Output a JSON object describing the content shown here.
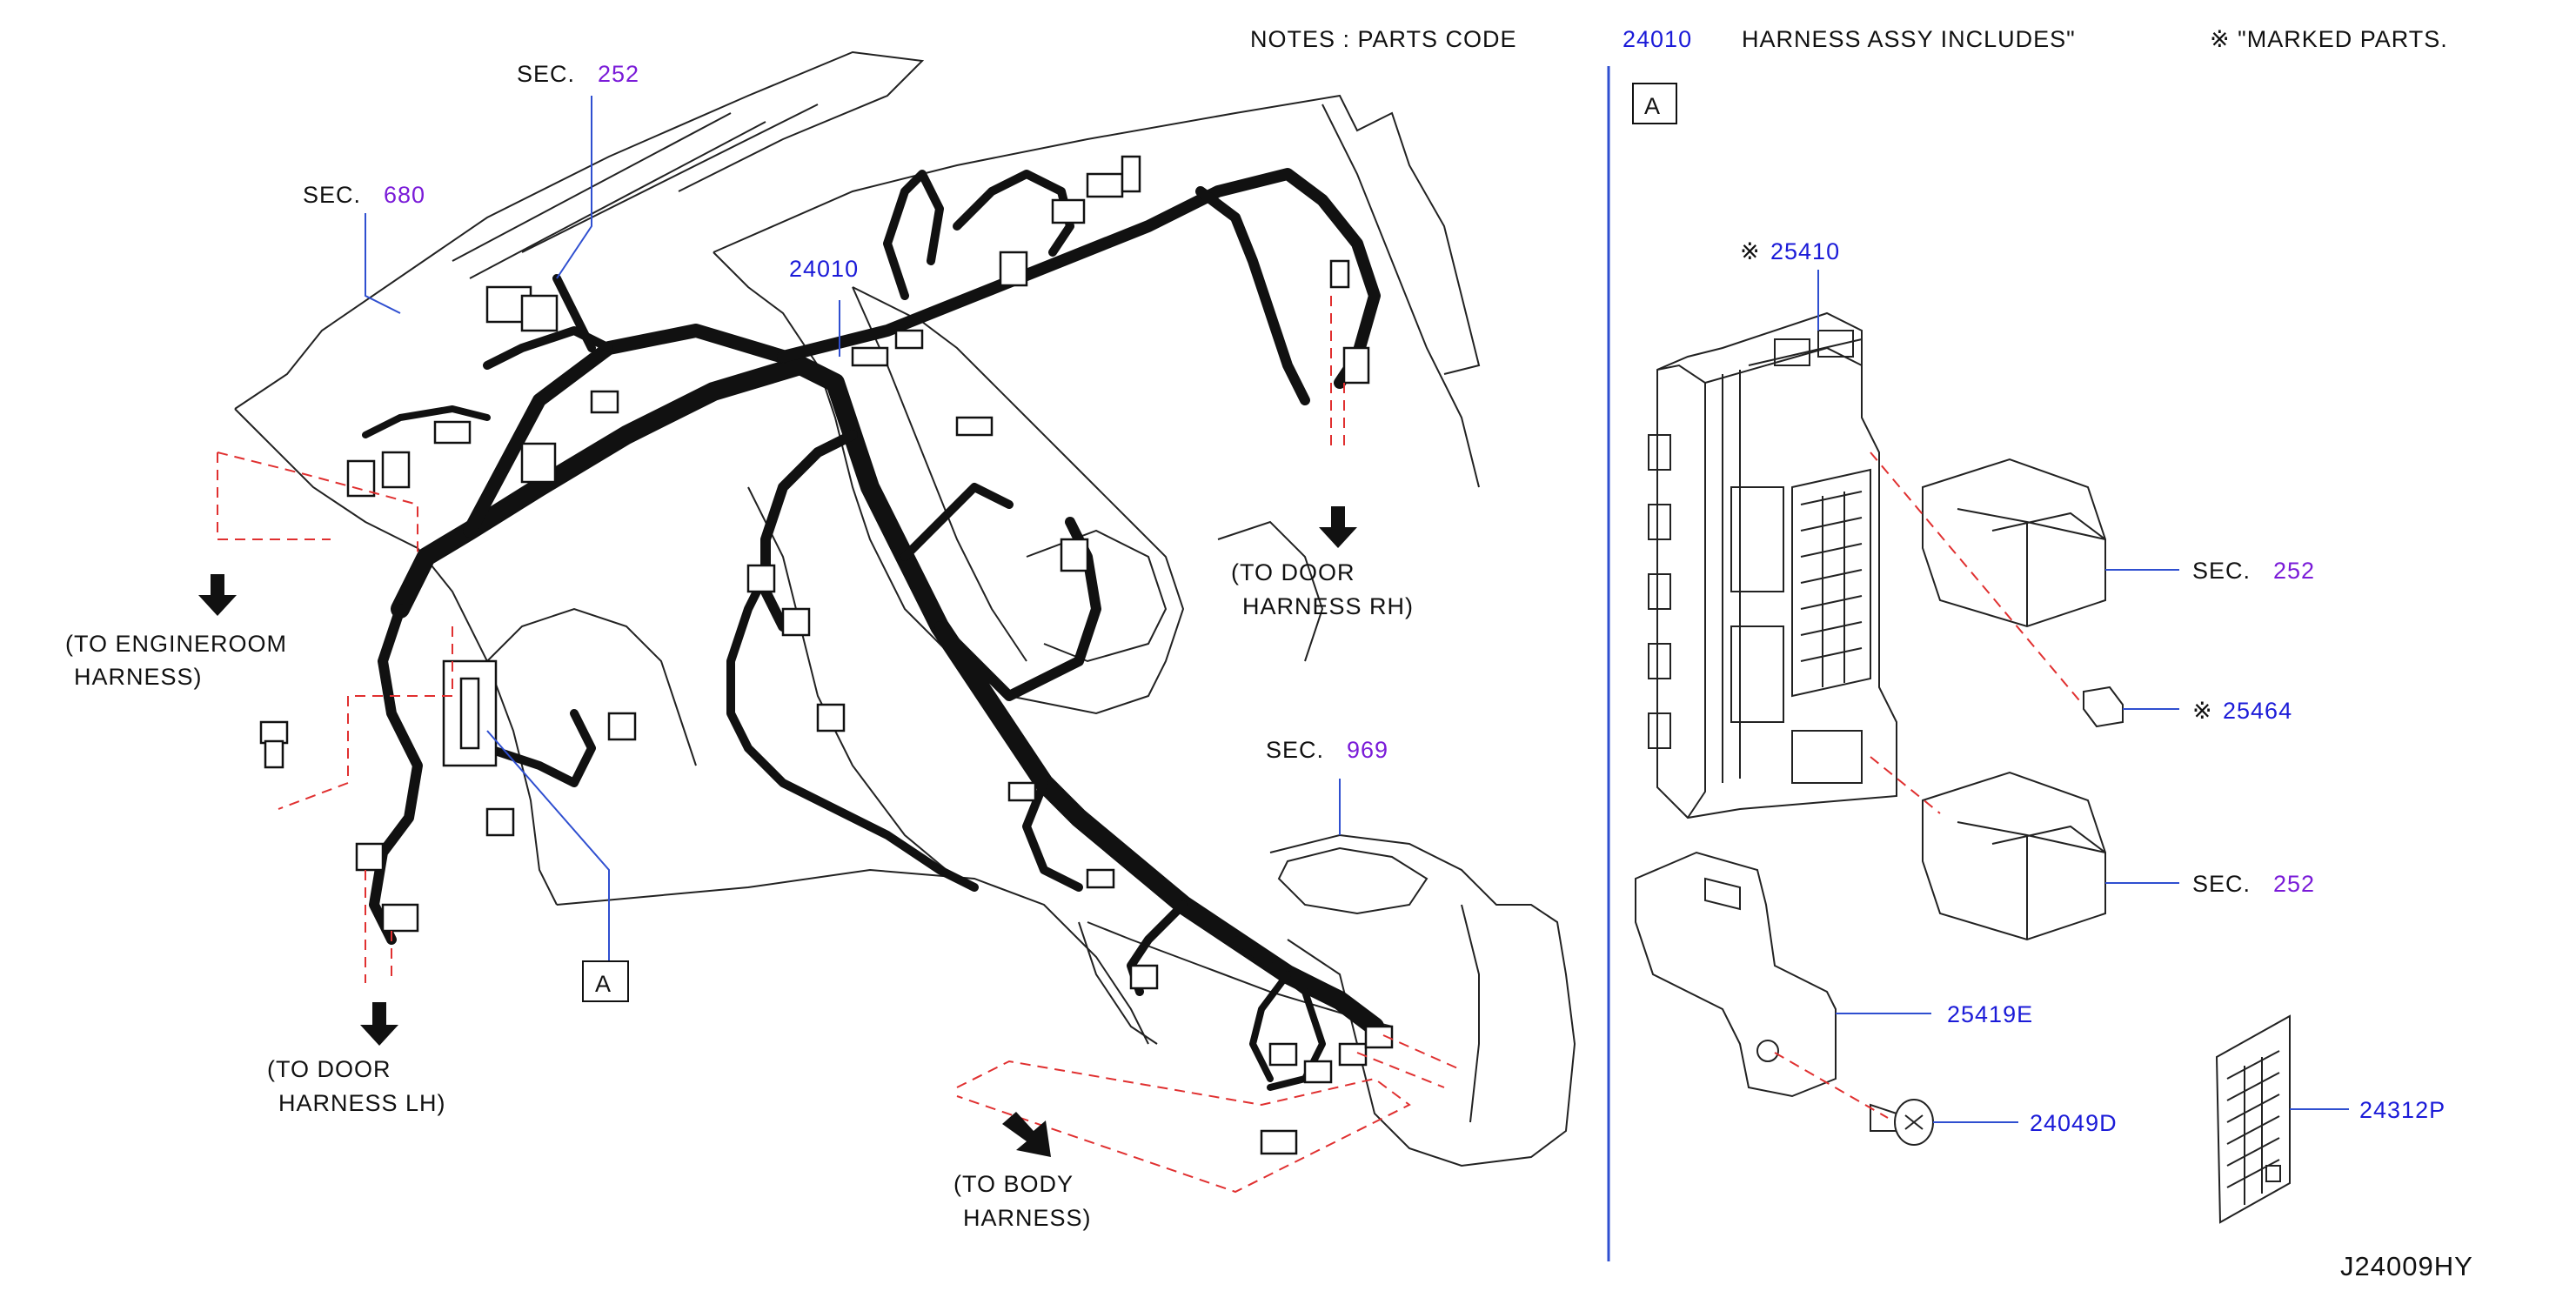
{
  "notes": {
    "text": "NOTES  :  PARTS  CODE",
    "code": "24010",
    "rest": "HARNESS  ASSY  INCLUDES\"",
    "marked": "※ \"MARKED  PARTS."
  },
  "detail_tag": "A",
  "callouts": {
    "sec_252_top": {
      "prefix": "SEC.",
      "num": "252"
    },
    "sec_680": {
      "prefix": "SEC.",
      "num": "680"
    },
    "part_24010": "24010",
    "sec_969": {
      "prefix": "SEC.",
      "num": "969"
    },
    "part_25410": "25410",
    "sec_252_relay1": {
      "prefix": "SEC.",
      "num": "252"
    },
    "part_25464": "25464",
    "sec_252_relay2": {
      "prefix": "SEC.",
      "num": "252"
    },
    "part_25419E": "25419E",
    "part_24049D": "24049D",
    "part_24312P": "24312P",
    "mark_symbol": "※"
  },
  "destinations": {
    "engineroom_1": "(TO  ENGINEROOM",
    "engineroom_2": "HARNESS)",
    "door_rh_1": "(TO   DOOR",
    "door_rh_2": "HARNESS   RH)",
    "door_lh_1": "(TO   DOOR",
    "door_lh_2": "HARNESS   LH)",
    "body_1": "(TO   BODY",
    "body_2": "HARNESS)"
  },
  "diagram_code": "J24009HY",
  "colors": {
    "part_number": "#1b1bd8",
    "section_number": "#7a1bd8",
    "dashed_route": "#e03030"
  }
}
